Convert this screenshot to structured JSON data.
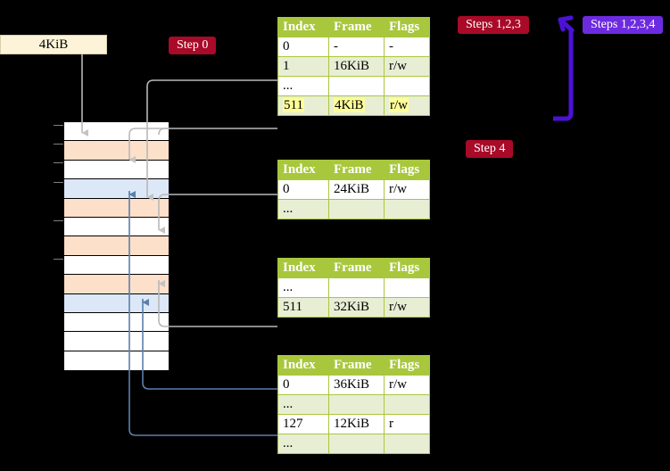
{
  "diagram": {
    "title_label": "4KiB",
    "badges": [
      {
        "name": "step-0",
        "text": "Step 0",
        "color": "#a80a28"
      },
      {
        "name": "steps-123",
        "text": "Steps 1,2,3",
        "color": "#a80a28"
      },
      {
        "name": "steps-1234",
        "text": "Steps 1,2,3,4",
        "color": "#6d2be0"
      },
      {
        "name": "step-4",
        "text": "Step 4",
        "color": "#a80a28"
      }
    ],
    "columns": [
      "Index",
      "Frame",
      "Flags"
    ],
    "memory": {
      "rows": [
        {
          "fill": "white"
        },
        {
          "fill": "orange"
        },
        {
          "fill": "white"
        },
        {
          "fill": "blue"
        },
        {
          "fill": "orange"
        },
        {
          "fill": "white"
        },
        {
          "fill": "orange"
        },
        {
          "fill": "white"
        },
        {
          "fill": "orange"
        },
        {
          "fill": "blue"
        },
        {
          "fill": "white"
        },
        {
          "fill": "white"
        },
        {
          "fill": "white"
        }
      ],
      "colors": {
        "orange": "#fde0ca",
        "blue": "#dce8f7",
        "white": "#ffffff"
      }
    },
    "tables": [
      {
        "name": "page-table-level-0",
        "rows": [
          {
            "index": "0",
            "frame": "-",
            "flags": "-",
            "alt": false,
            "highlight": false
          },
          {
            "index": "1",
            "frame": "16KiB",
            "flags": "r/w",
            "alt": true,
            "highlight": false
          },
          {
            "index": "...",
            "frame": "",
            "flags": "",
            "alt": false,
            "highlight": false
          },
          {
            "index": "511",
            "frame": "4KiB",
            "flags": "r/w",
            "alt": true,
            "highlight": true
          }
        ]
      },
      {
        "name": "page-table-level-1",
        "rows": [
          {
            "index": "0",
            "frame": "24KiB",
            "flags": "r/w",
            "alt": false,
            "highlight": false
          },
          {
            "index": "...",
            "frame": "",
            "flags": "",
            "alt": true,
            "highlight": false
          }
        ]
      },
      {
        "name": "page-table-level-2",
        "rows": [
          {
            "index": "...",
            "frame": "",
            "flags": "",
            "alt": false,
            "highlight": false
          },
          {
            "index": "511",
            "frame": "32KiB",
            "flags": "r/w",
            "alt": true,
            "highlight": false
          }
        ]
      },
      {
        "name": "page-table-level-3",
        "rows": [
          {
            "index": "0",
            "frame": "36KiB",
            "flags": "r/w",
            "alt": false,
            "highlight": false
          },
          {
            "index": "...",
            "frame": "",
            "flags": "",
            "alt": true,
            "highlight": false
          },
          {
            "index": "127",
            "frame": "12KiB",
            "flags": "r",
            "alt": false,
            "highlight": false
          },
          {
            "index": "...",
            "frame": "",
            "flags": "",
            "alt": true,
            "highlight": false
          }
        ]
      }
    ],
    "arrow_colors": {
      "gray": "#b0b0b0",
      "blue": "#5b7fab",
      "violet": "#4b12d6"
    }
  }
}
